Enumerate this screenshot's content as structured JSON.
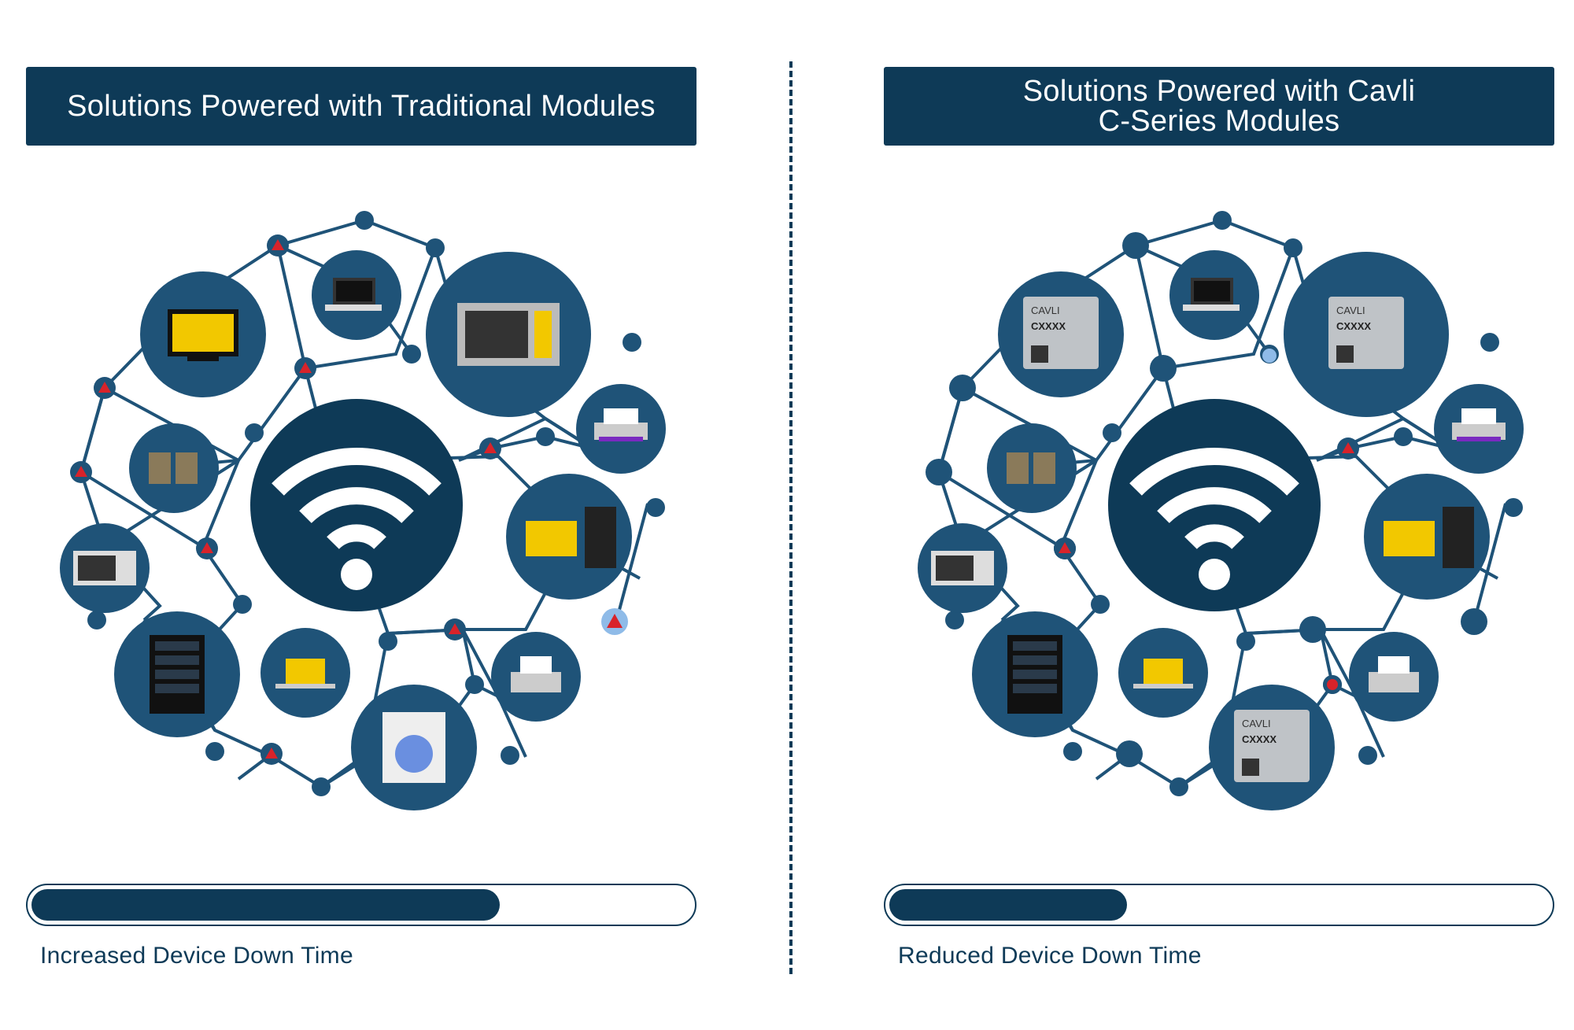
{
  "left": {
    "header_lines": [
      "Solutions Powered with Traditional Modules"
    ],
    "caption": "Increased Device Down Time",
    "downtime_fraction": 0.71
  },
  "right": {
    "header_lines": [
      "Solutions Powered with Cavli",
      "C-Series Modules"
    ],
    "caption": "Reduced Device Down Time",
    "downtime_fraction": 0.36
  },
  "module_label": {
    "brand": "CAVLI",
    "model": "CXXXX"
  },
  "colors": {
    "navy": "#0e3a57",
    "node": "#1f5378",
    "warning": "#d8232a",
    "screen_yellow": "#f2c800"
  }
}
